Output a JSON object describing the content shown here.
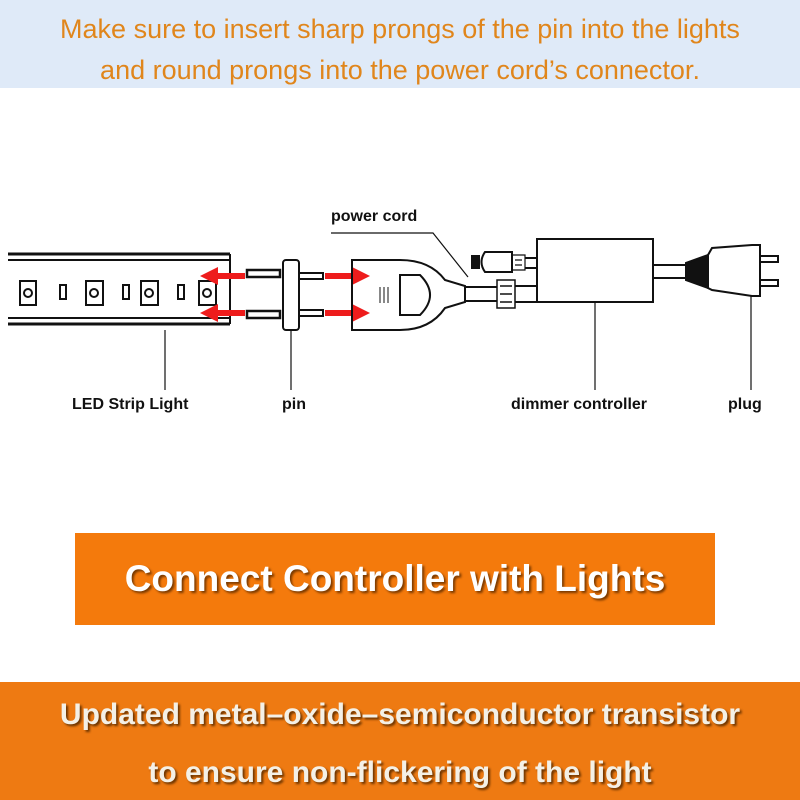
{
  "header": {
    "line1": "Make sure to insert sharp prongs of the pin into the lights",
    "line2": "and round prongs into the power cord’s connector."
  },
  "diagram": {
    "labels": {
      "power_cord": "power cord",
      "led_strip": "LED Strip Light",
      "pin": "pin",
      "dimmer": "dimmer controller",
      "plug": "plug"
    },
    "colors": {
      "arrow": "#ee1c1c"
    }
  },
  "banner": {
    "title": "Connect Controller with Lights"
  },
  "footer": {
    "line1": "Updated metal–oxide–semiconductor transistor",
    "line2": "to ensure non-flickering of the light"
  }
}
